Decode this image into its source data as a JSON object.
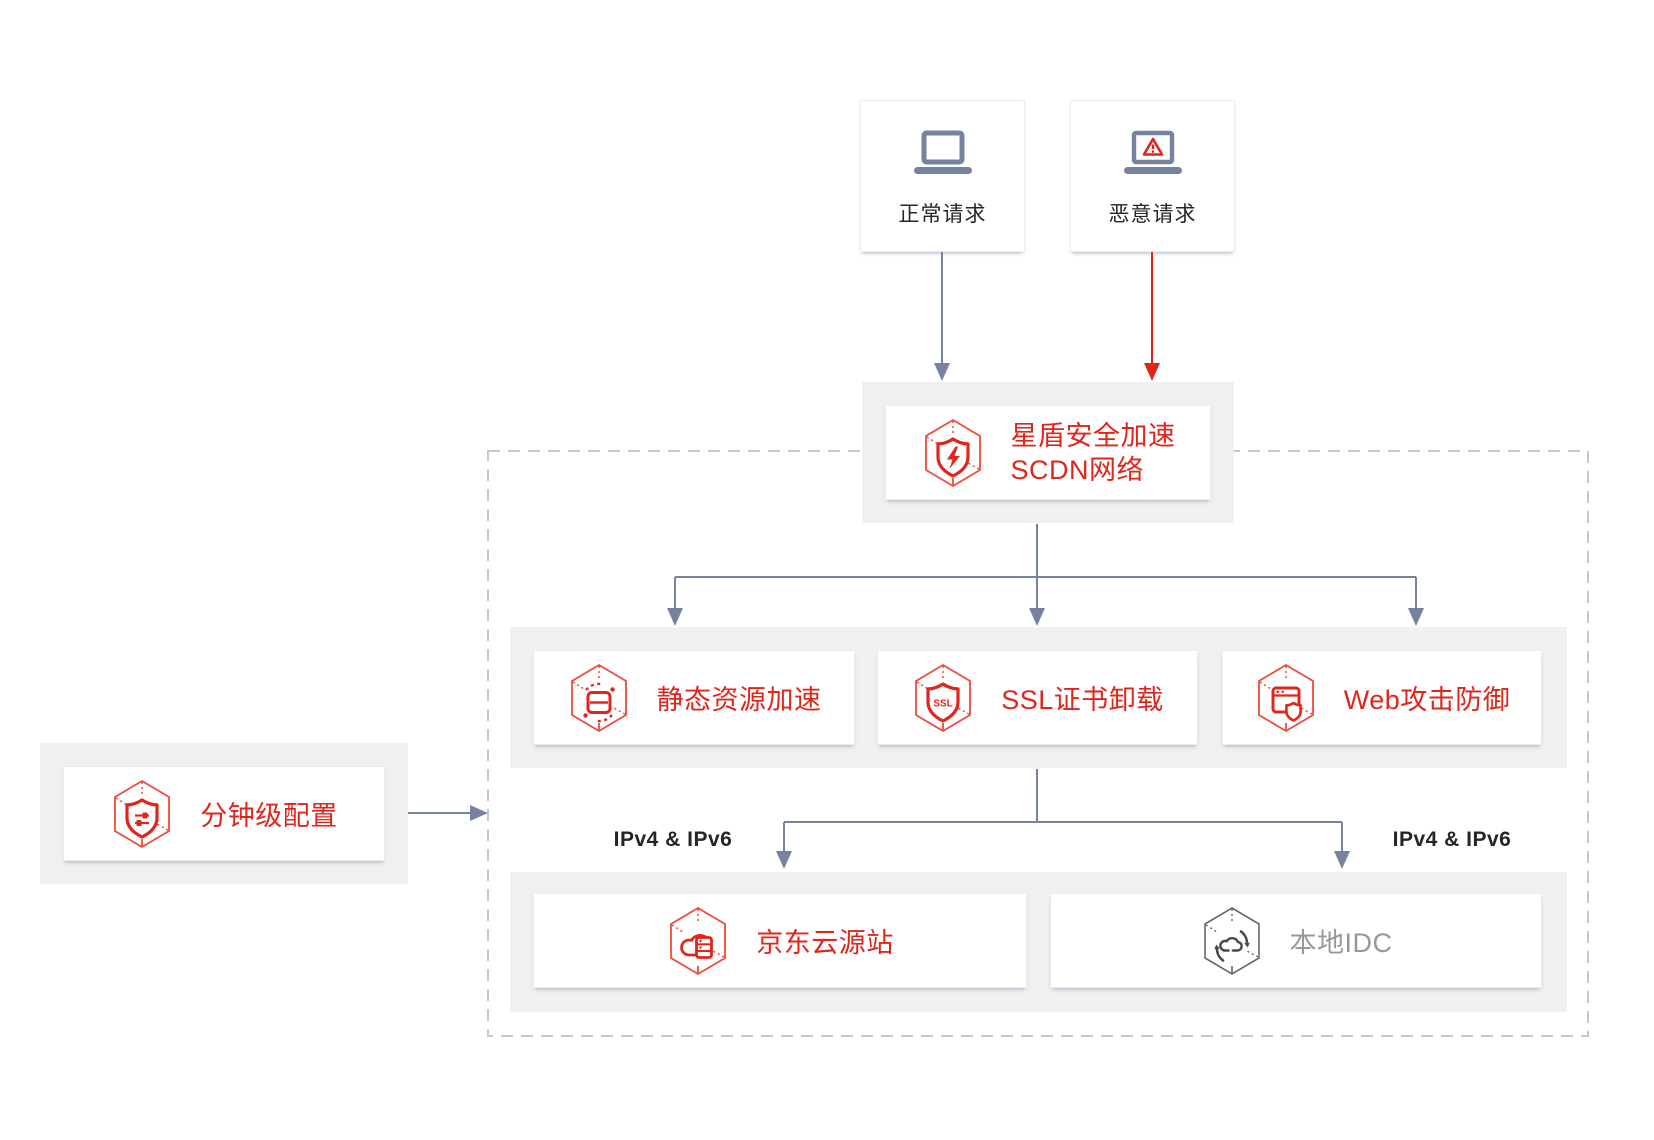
{
  "colors": {
    "brand_red": "#e1251b",
    "icon_red": "#f04a3a",
    "arrow_blue": "#76839e",
    "panel_gray": "#f0f0f1",
    "dashed_border": "#c8c8c8",
    "text_dark": "#25262a",
    "text_gray": "#97989d",
    "idc_hex_gray": "#64676f",
    "idc_icon_gray": "#45484f"
  },
  "nodes": {
    "normal_request": {
      "label": "正常请求",
      "icon": "laptop-icon"
    },
    "malicious_request": {
      "label": "恶意请求",
      "icon": "laptop-warning-icon"
    },
    "scdn_network": {
      "label_line1": "星盾安全加速",
      "label_line2": "SCDN网络",
      "icon": "shield-bolt-hexagon-icon"
    },
    "static_acceleration": {
      "label": "静态资源加速",
      "icon": "cached-resource-hexagon-icon"
    },
    "ssl_offload": {
      "label": "SSL证书卸载",
      "icon_text": "SSL",
      "icon": "ssl-shield-hexagon-icon"
    },
    "web_defense": {
      "label": "Web攻击防御",
      "icon": "browser-shield-hexagon-icon"
    },
    "minute_config": {
      "label": "分钟级配置",
      "icon": "config-shield-hexagon-icon"
    },
    "jd_cloud_origin": {
      "label": "京东云源站",
      "icon": "cloud-server-hexagon-icon"
    },
    "local_idc": {
      "label": "本地IDC",
      "icon": "cloud-sync-hexagon-icon"
    }
  },
  "labels": {
    "ipv_left": "IPv4 & IPv6",
    "ipv_right": "IPv4 & IPv6"
  },
  "edges": [
    {
      "from": "normal_request",
      "to": "scdn_network",
      "style": "blue-arrow"
    },
    {
      "from": "malicious_request",
      "to": "scdn_network",
      "style": "red-arrow"
    },
    {
      "from": "scdn_network",
      "to": "static_acceleration",
      "style": "blue-arrow"
    },
    {
      "from": "scdn_network",
      "to": "ssl_offload",
      "style": "blue-arrow"
    },
    {
      "from": "scdn_network",
      "to": "web_defense",
      "style": "blue-arrow"
    },
    {
      "from": "ssl_offload",
      "to": "jd_cloud_origin",
      "style": "blue-arrow",
      "label": "IPv4 & IPv6"
    },
    {
      "from": "ssl_offload",
      "to": "local_idc",
      "style": "blue-arrow",
      "label": "IPv4 & IPv6"
    },
    {
      "from": "minute_config",
      "to": "scdn_boundary",
      "style": "blue-arrow"
    }
  ]
}
